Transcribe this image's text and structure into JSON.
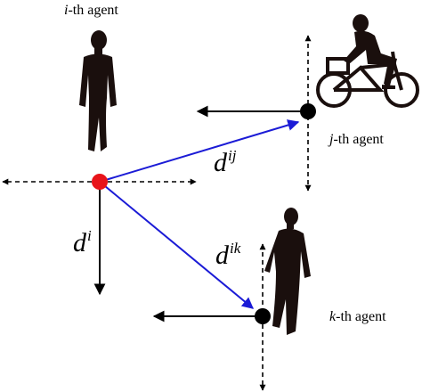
{
  "labels": {
    "agent_i": {
      "prefix": "i",
      "suffix": "-th agent"
    },
    "agent_j": {
      "prefix": "j",
      "suffix": "-th agent"
    },
    "agent_k": {
      "prefix": "k",
      "suffix": "-th agent"
    }
  },
  "distances": {
    "d_i": {
      "base": "d",
      "sup": "i"
    },
    "d_ij": {
      "base": "d",
      "sup": "ij"
    },
    "d_ik": {
      "base": "d",
      "sup": "ik"
    }
  },
  "colors": {
    "agent_i_dot": "#e8141a",
    "other_agent_dot": "#000000",
    "relative_vector": "#1b1bd6",
    "axes": "#000000",
    "silhouette": "#1a0f0d"
  },
  "icons": {
    "agent_i": "walking-person-icon",
    "agent_j": "cyclist-icon",
    "agent_k": "walking-person-icon"
  }
}
